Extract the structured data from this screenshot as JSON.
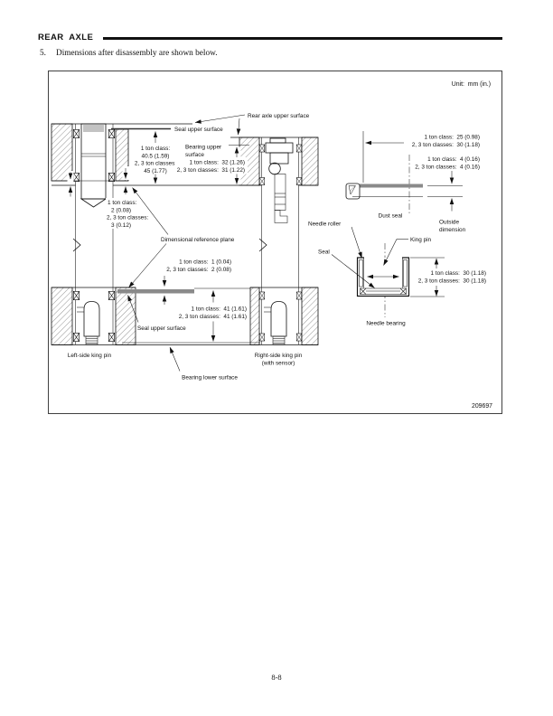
{
  "page": {
    "header_title": "REAR  AXLE",
    "item_number": "5.",
    "item_text": "Dimensions after disassembly are shown below.",
    "page_number": "8-8"
  },
  "figure": {
    "unit_label": "Unit:  mm (in.)",
    "figure_number": "209697",
    "labels": {
      "rear_axle_upper_surface": "Rear axle upper surface",
      "seal_upper_surface_top": "Seal upper surface",
      "bearing_upper_line1": "Bearing upper",
      "bearing_upper_line2": "surface",
      "dimensional_reference_plane": "Dimensional reference plane",
      "seal_upper_surface_bottom": "Seal upper surface",
      "left_king_pin": "Left-side king pin",
      "right_king_pin_line1": "Right-side king pin",
      "right_king_pin_line2": "(with sensor)",
      "bearing_lower_surface": "Bearing lower surface",
      "dust_seal": "Dust seal",
      "outside_line1": "Outside",
      "outside_line2": "dimension",
      "needle_roller": "Needle roller",
      "king_pin": "King pin",
      "seal": "Seal",
      "needle_bearing": "Needle bearing"
    },
    "dims": {
      "seal_depth": {
        "l1": "1 ton class:",
        "l2": "40.5 (1.59)",
        "l3": "2, 3 ton classes:",
        "l4": "45 (1.77)"
      },
      "bearing_depth": {
        "l1": "1 ton class:  32 (1.26)",
        "l2": "2, 3 ton classes:  31 (1.22)"
      },
      "step_upper": {
        "l1": "1 ton class:",
        "l2": "2 (0.08)",
        "l3": "2, 3 ton classes:",
        "l4": "3 (0.12)"
      },
      "step_lower": {
        "l1": "1 ton class:  1 (0.04)",
        "l2": "2, 3 ton classes:  2 (0.08)"
      },
      "lower_depth": {
        "l1": "1 ton class:  41 (1.61)",
        "l2": "2, 3 ton classes:  41 (1.61)"
      },
      "dust_seal_width": {
        "l1": "1 ton class:  25 (0.98)",
        "l2": "2, 3 ton classes:  30 (1.18)"
      },
      "dust_seal_thickness": {
        "l1": "1 ton class:  4 (0.16)",
        "l2": "2, 3 ton classes:  4 (0.16)"
      },
      "needle_bearing_height": {
        "l1": "1 ton class:  30 (1.18)",
        "l2": "2, 3 ton classes:  30 (1.18)"
      }
    }
  }
}
